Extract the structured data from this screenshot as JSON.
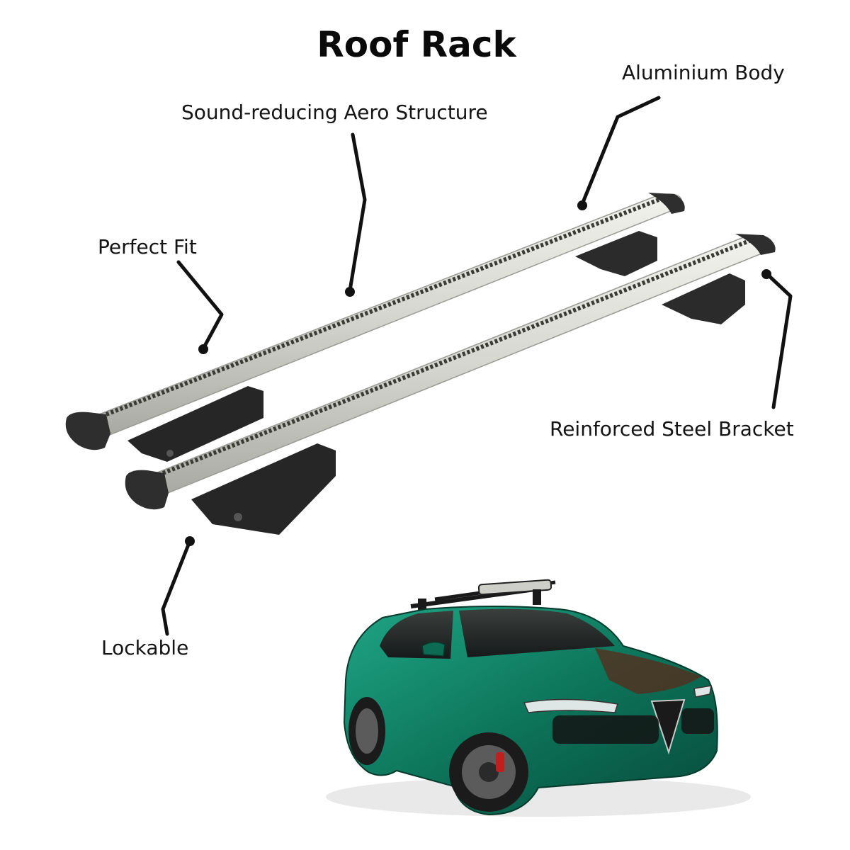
{
  "title": "Roof Rack",
  "features": {
    "aero": "Sound-reducing Aero Structure",
    "aluminium": "Aluminium Body",
    "fit": "Perfect Fit",
    "bracket": "Reinforced Steel Bracket",
    "lock": "Lockable"
  },
  "colors": {
    "bar_silver": "#d7d7d2",
    "bar_groove": "#3a3a36",
    "bracket_black": "#2a2a2a",
    "car_body": "#0f7a5e",
    "callout_line": "#111111"
  }
}
